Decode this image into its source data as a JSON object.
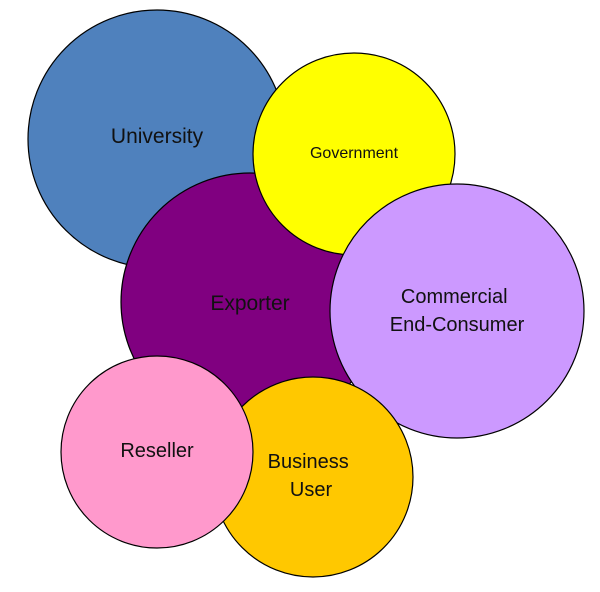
{
  "diagram": {
    "bubbles": [
      {
        "id": "university",
        "label": [
          "University"
        ],
        "color": "#4f81bd"
      },
      {
        "id": "exporter",
        "label": [
          "Exporter"
        ],
        "color": "#800080"
      },
      {
        "id": "government",
        "label": [
          "Government"
        ],
        "color": "#ffff00"
      },
      {
        "id": "commercial",
        "label": [
          "Commercial",
          "End-Consumer"
        ],
        "color": "#cc99ff"
      },
      {
        "id": "business",
        "label": [
          "Business",
          "User"
        ],
        "color": "#ffc800"
      },
      {
        "id": "reseller",
        "label": [
          "Reseller"
        ],
        "color": "#ff99cc"
      }
    ]
  }
}
